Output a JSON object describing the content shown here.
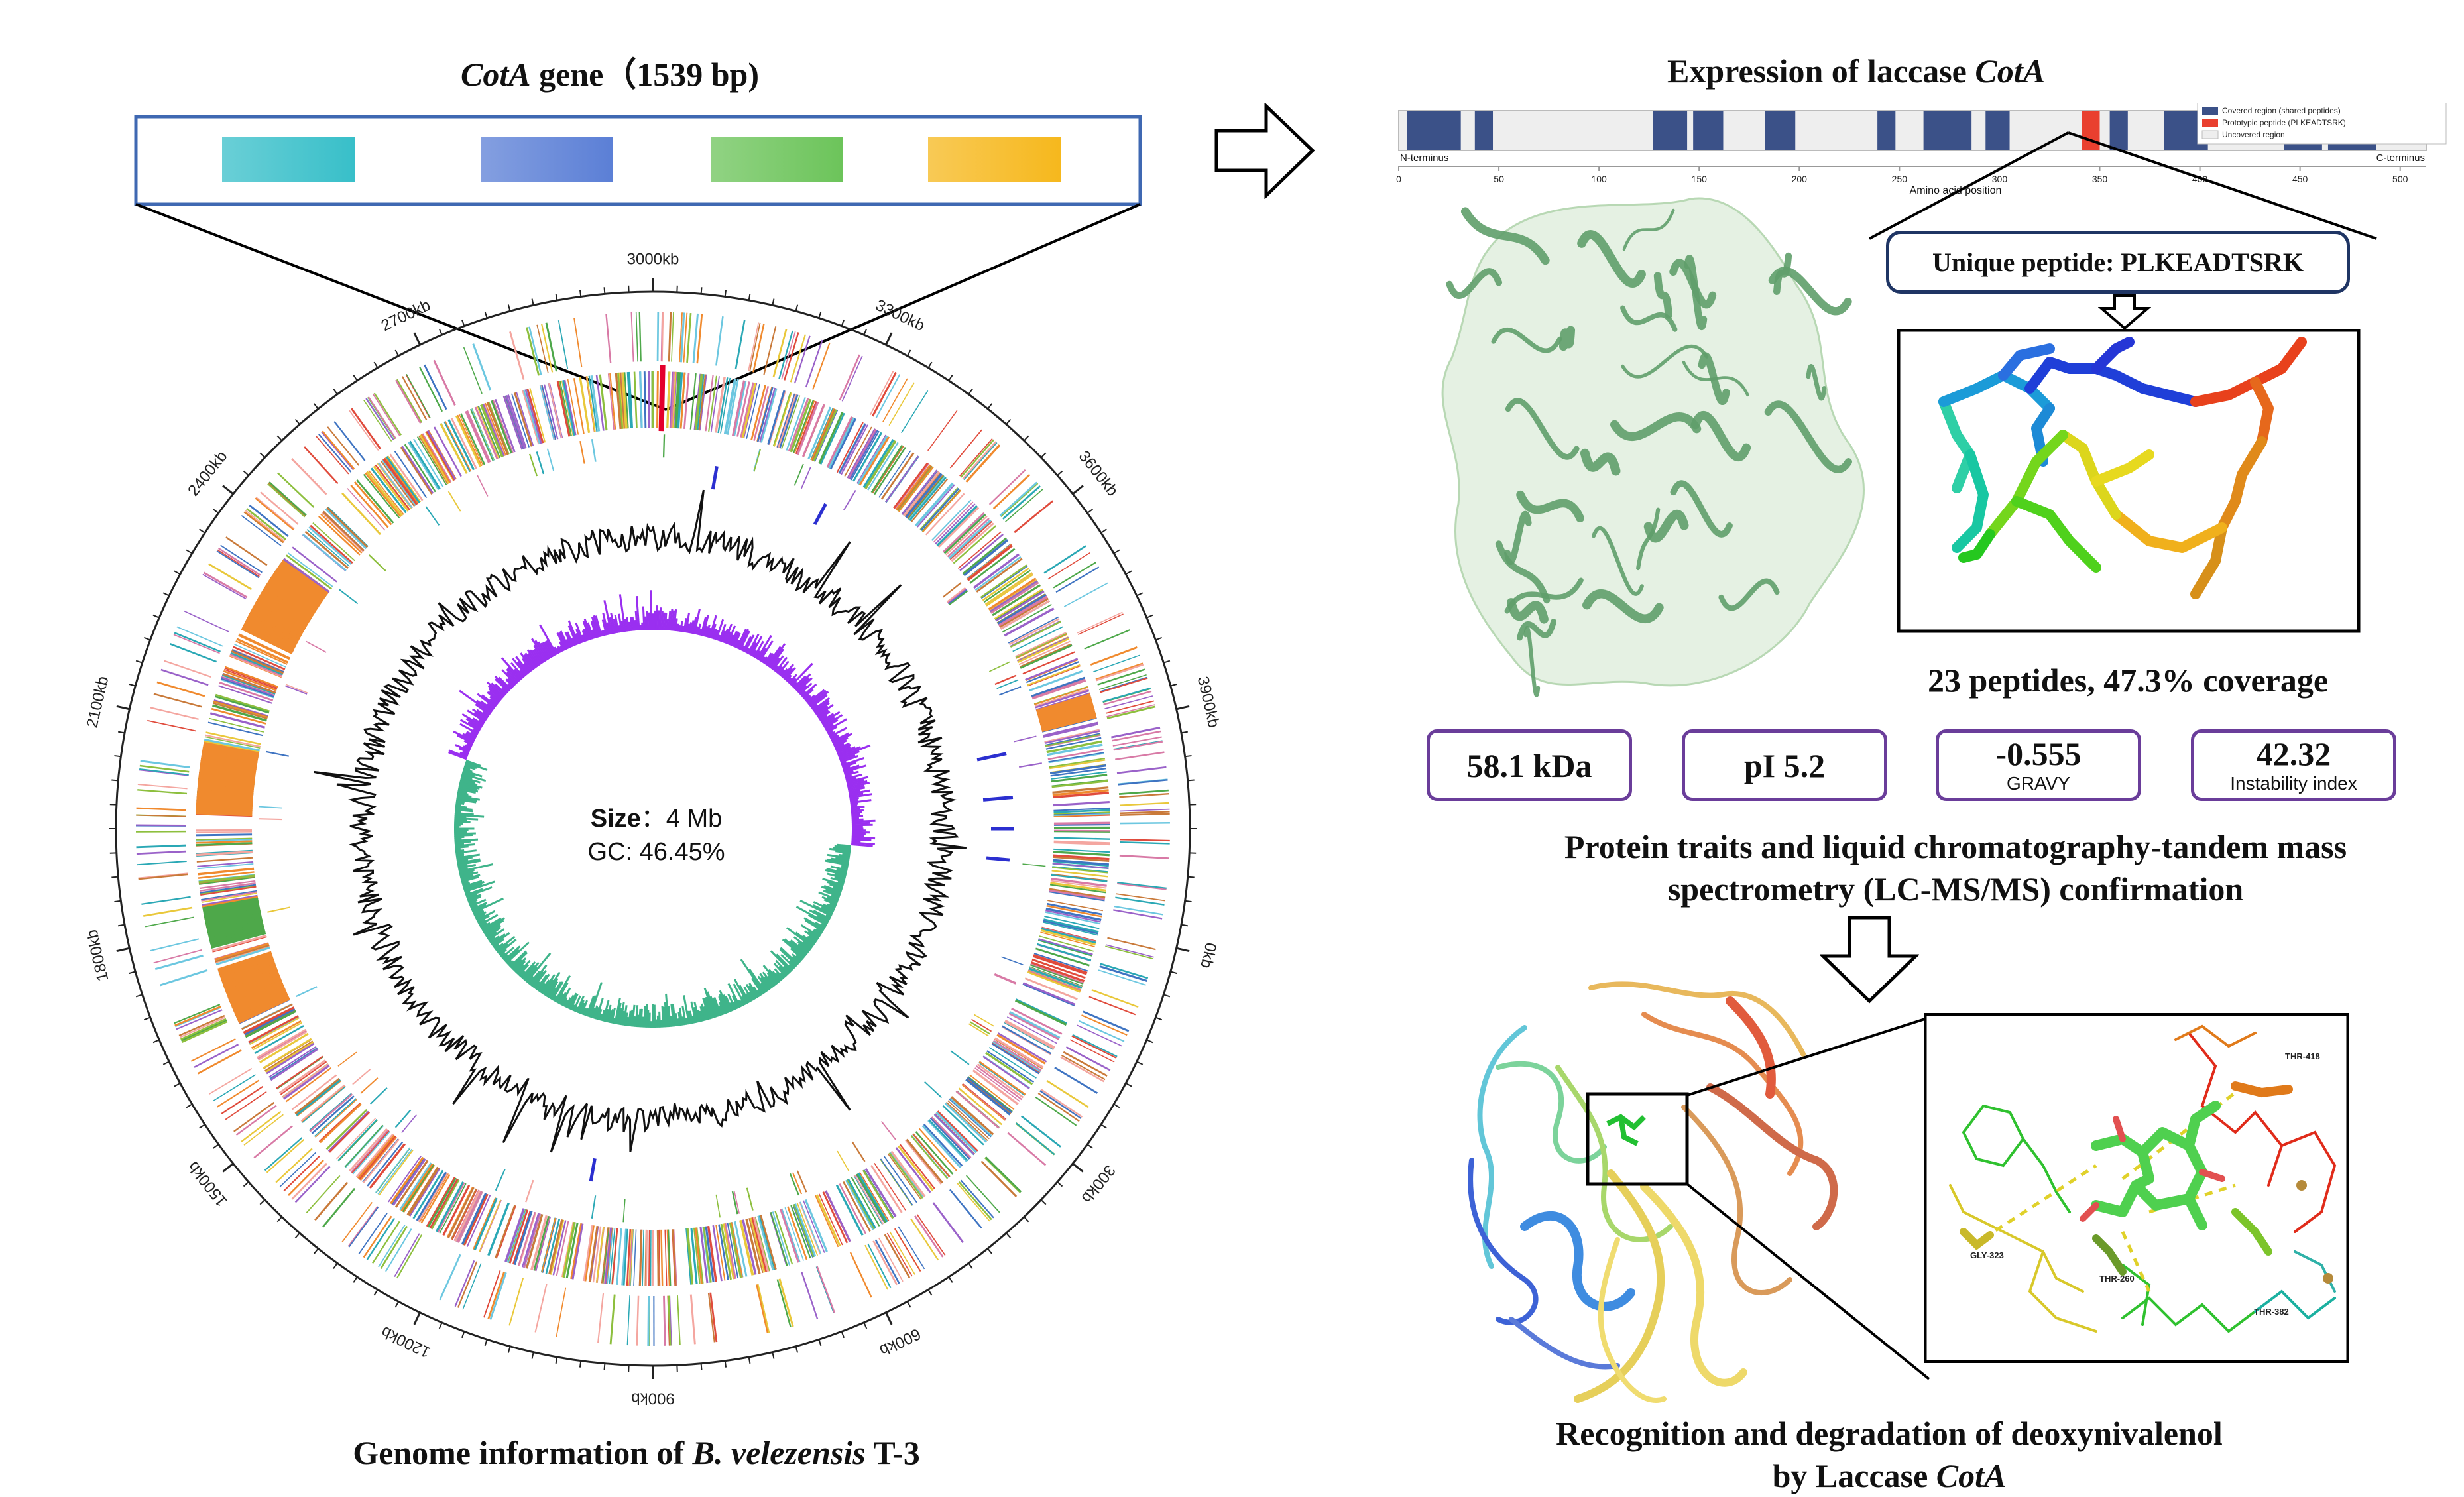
{
  "genome": {
    "gene_title_italic": "CotA",
    "gene_title_rest": " gene（1539 bp)",
    "size_label": "Size",
    "size_value": "：4 Mb",
    "gc_text": "GC: 46.45%",
    "caption_pre": "Genome information of ",
    "caption_italic": "B. velezensis",
    "caption_post": " T-3",
    "position_labels": [
      "3000kb",
      "3300kb",
      "3600kb",
      "3900kb",
      "0kb",
      "300kb",
      "600kb",
      "900kb",
      "1200kb",
      "1500kb",
      "1800kb",
      "2100kb",
      "2400kb",
      "2700kb"
    ],
    "gene_segment_colors": [
      "#38bfc9",
      "#5b7fd6",
      "#6cc45a",
      "#f6b81d"
    ]
  },
  "expression": {
    "title_pre": "Expression of laccase ",
    "title_italic": "CotA",
    "legend": [
      "Covered region (shared peptides)",
      "Prototypic peptide (PLKEADTSRK)",
      "Uncovered region"
    ],
    "n_term": "N-terminus",
    "c_term": "C-terminus",
    "x_ticks": [
      "0",
      "50",
      "100",
      "150",
      "200",
      "250",
      "300",
      "350",
      "400",
      "450",
      "500"
    ],
    "x_axis_label": "Amino acid position",
    "unique_peptide": "Unique peptide: PLKEADTSRK",
    "peptide_stats": "23 peptides, 47.3% coverage",
    "colors": {
      "covered": "#3b5188",
      "prototypic": "#e9402f",
      "uncovered": "#eeeeee"
    }
  },
  "traits": [
    {
      "value": "58.1 kDa",
      "sub": ""
    },
    {
      "value": "pI 5.2",
      "sub": ""
    },
    {
      "value": "-0.555",
      "sub": "GRAVY"
    },
    {
      "value": "42.32",
      "sub": "Instability index"
    }
  ],
  "traits_caption": "Protein traits and liquid chromatography-tandem mass spectrometry (LC-MS/MS) confirmation",
  "docking": {
    "residue_labels": [
      "THR-418",
      "GLY-323",
      "THR-260",
      "THR-382"
    ],
    "caption_line1": "Recognition and degradation of deoxynivalenol",
    "caption_line2_pre": "by Laccase ",
    "caption_line2_italic": "CotA"
  }
}
